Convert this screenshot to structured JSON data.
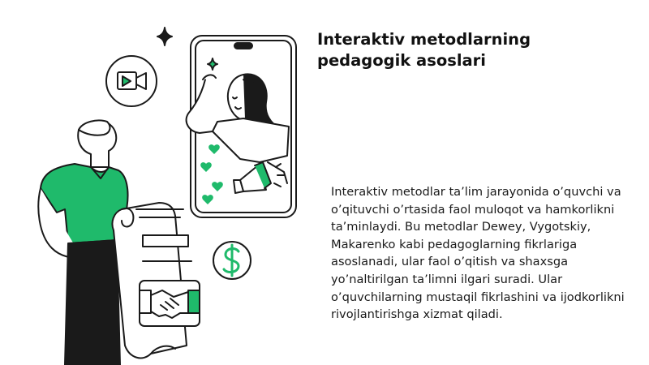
{
  "slide": {
    "title": "Interaktiv metodlarning pedagogik asoslari",
    "body": "Interaktiv metodlar ta’lim jarayonida o’quvchi va o’qituvchi o’rtasida faol muloqot va hamkorlikni ta’minlaydi. Bu metodlar Dewey, Vygotskiy, Makarenko kabi pedagoglarning fikrlariga asoslanadi, ular faol o’qitish va shaxsga yo’naltirilgan ta’limni ilgari suradi. Ular o’quvchilarning mustaqil fikrlashini va ijodkorlikni rivojlantirishga xizmat qiladi."
  },
  "colors": {
    "accent": "#1fba6b",
    "ink": "#1a1a1a",
    "background": "#ffffff"
  },
  "icons": [
    "sparkle-icon",
    "video-camera-icon",
    "dollar-icon",
    "handshake-icon",
    "hearts-icon",
    "megaphone-icon",
    "phone-illustration",
    "receipt-illustration"
  ]
}
